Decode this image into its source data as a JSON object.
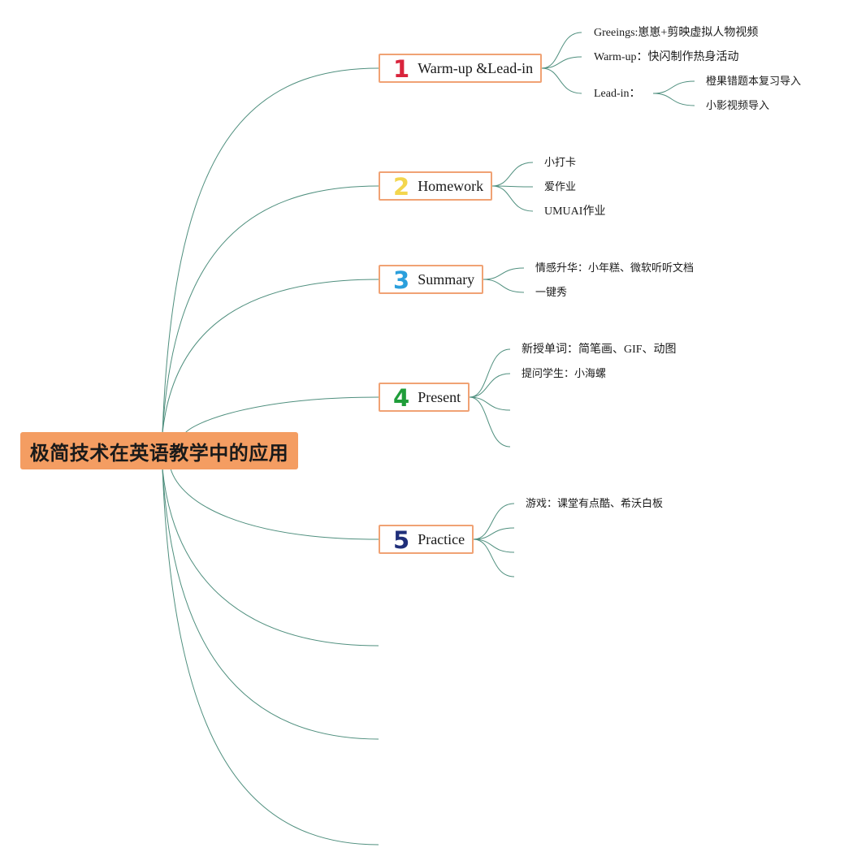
{
  "colors": {
    "line": "#4f8f7e",
    "root_fill": "#f49d62",
    "branch_border": "#f0a274",
    "num1": "#d9243c",
    "num2": "#f3d64e",
    "num3": "#2b9fdc",
    "num4": "#1f9d3a",
    "num5": "#1f2f7a"
  },
  "root": {
    "title": "极简技术在英语教学中的应用"
  },
  "branches": [
    {
      "num": "1",
      "label": "Warm-up &Lead-in",
      "children": [
        {
          "text": "Greeings:崽崽+剪映虚拟人物视频"
        },
        {
          "text": "Warm-up：快闪制作热身活动"
        },
        {
          "text": "Lead-in：",
          "children": [
            {
              "text": "橙果错题本复习导入"
            },
            {
              "text": "小影视频导入"
            }
          ]
        }
      ]
    },
    {
      "num": "2",
      "label": "Homework",
      "children": [
        {
          "text": "小打卡"
        },
        {
          "text": "爱作业"
        },
        {
          "text": "UMUAI作业"
        }
      ]
    },
    {
      "num": "3",
      "label": "Summary",
      "children": [
        {
          "text": "情感升华：小年糕、微软听听文档"
        },
        {
          "text": "一键秀"
        }
      ]
    },
    {
      "num": "4",
      "label": "Present",
      "children": [
        {
          "text": "新授单词：简笔画、GIF、动图"
        },
        {
          "text": "提问学生：小海螺"
        },
        {
          "text": ""
        },
        {
          "text": ""
        }
      ]
    },
    {
      "num": "5",
      "label": "Practice",
      "children": [
        {
          "text": "游戏：课堂有点酷、希沃白板"
        },
        {
          "text": ""
        },
        {
          "text": ""
        },
        {
          "text": ""
        }
      ]
    }
  ],
  "empty_branches": 3
}
